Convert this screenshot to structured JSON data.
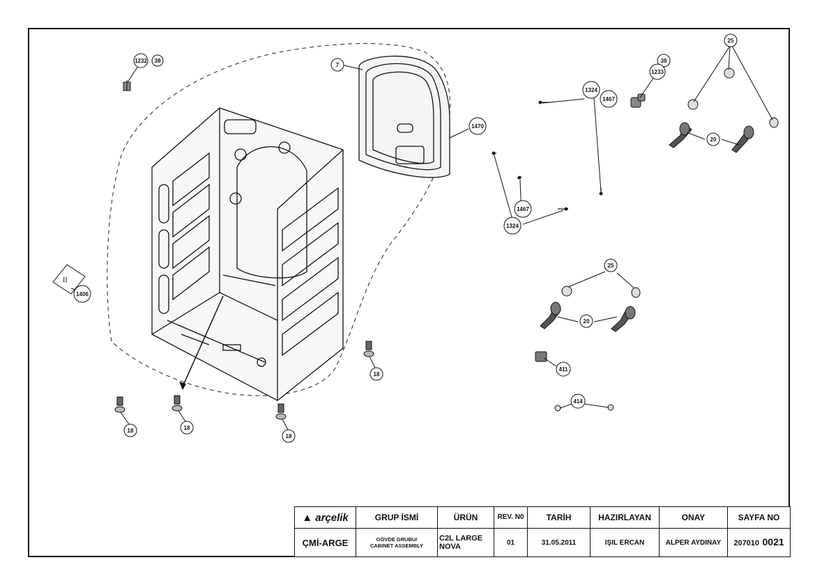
{
  "callouts": [
    {
      "id": "c1232",
      "label": "1232"
    },
    {
      "id": "c38a",
      "label": "38"
    },
    {
      "id": "c7",
      "label": "7"
    },
    {
      "id": "c1470",
      "label": "1470"
    },
    {
      "id": "c38b",
      "label": "38"
    },
    {
      "id": "c1233",
      "label": "1233"
    },
    {
      "id": "c1324a",
      "label": "1324"
    },
    {
      "id": "c1467a",
      "label": "1467"
    },
    {
      "id": "c25a",
      "label": "25"
    },
    {
      "id": "c20a",
      "label": "20"
    },
    {
      "id": "c1467b",
      "label": "1467"
    },
    {
      "id": "c1324b",
      "label": "1324"
    },
    {
      "id": "c1406",
      "label": "1406"
    },
    {
      "id": "c25b",
      "label": "25"
    },
    {
      "id": "c20b",
      "label": "20"
    },
    {
      "id": "c411",
      "label": "411"
    },
    {
      "id": "c414",
      "label": "414"
    },
    {
      "id": "c18a",
      "label": "18"
    },
    {
      "id": "c18b",
      "label": "18"
    },
    {
      "id": "c18c",
      "label": "18"
    },
    {
      "id": "c18d",
      "label": "18"
    }
  ],
  "title_block": {
    "logo": "arçelik",
    "headers": {
      "group": "GRUP İSMİ",
      "product": "ÜRÜN",
      "rev": "REV. N0",
      "date": "TARİH",
      "prepared": "HAZIRLAYAN",
      "approval": "ONAY",
      "page": "SAYFA NO"
    },
    "values": {
      "department": "ÇMİ-ARGE",
      "group_line1": "GÖVDE GRUBU/",
      "group_line2": "CABINET ASSEMBLY",
      "product_line1": "C2L LARGE",
      "product_line2": "NOVA",
      "rev": "01",
      "date": "31.05.2011",
      "prepared": "IŞIL ERCAN",
      "approval": "ALPER AYDINAY",
      "page_prefix": "207010",
      "page_suffix": "0021"
    }
  }
}
